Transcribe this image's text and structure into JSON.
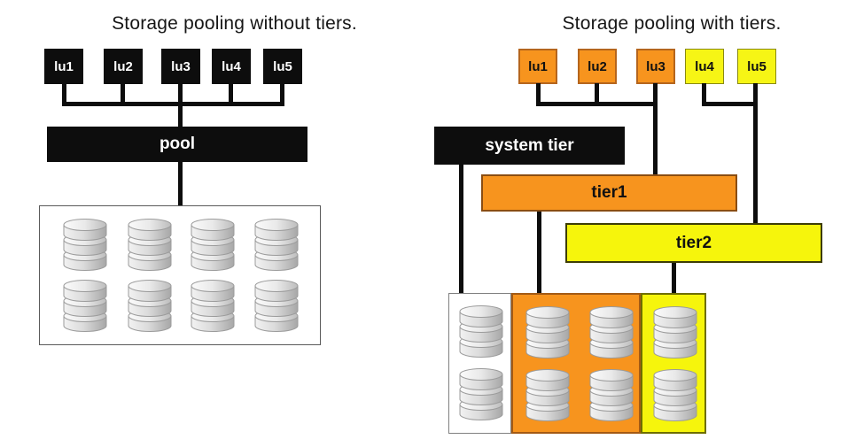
{
  "titles": {
    "left": "Storage pooling without tiers.",
    "right": "Storage pooling with tiers."
  },
  "left": {
    "lus": [
      {
        "label": "lu1"
      },
      {
        "label": "lu2"
      },
      {
        "label": "lu3"
      },
      {
        "label": "lu4"
      },
      {
        "label": "lu5"
      }
    ],
    "pool": {
      "label": "pool",
      "color": "#0d0d0d"
    },
    "disk_pool": {
      "disk_count": 8,
      "disk_grid": "2 rows x 4 cols"
    }
  },
  "right": {
    "lus": [
      {
        "label": "lu1",
        "color": "#f7941e"
      },
      {
        "label": "lu2",
        "color": "#f7941e"
      },
      {
        "label": "lu3",
        "color": "#f7941e"
      },
      {
        "label": "lu4",
        "color": "#f6f515"
      },
      {
        "label": "lu5",
        "color": "#f6f515"
      }
    ],
    "tiers": [
      {
        "label": "system tier",
        "color": "#0d0d0d",
        "disk_count": 2
      },
      {
        "label": "tier1",
        "color": "#f7941e",
        "disk_count": 4
      },
      {
        "label": "tier2",
        "color": "#f6f50c",
        "disk_count": 2
      }
    ]
  },
  "colors": {
    "line": "#0d0d0d",
    "black_box": "#0d0d0d",
    "orange": "#f7941e",
    "orange_border": "#b5651d",
    "yellow": "#f6f515",
    "yellow_border": "#8a8a12",
    "disk_gray": "#d9d9d9"
  }
}
